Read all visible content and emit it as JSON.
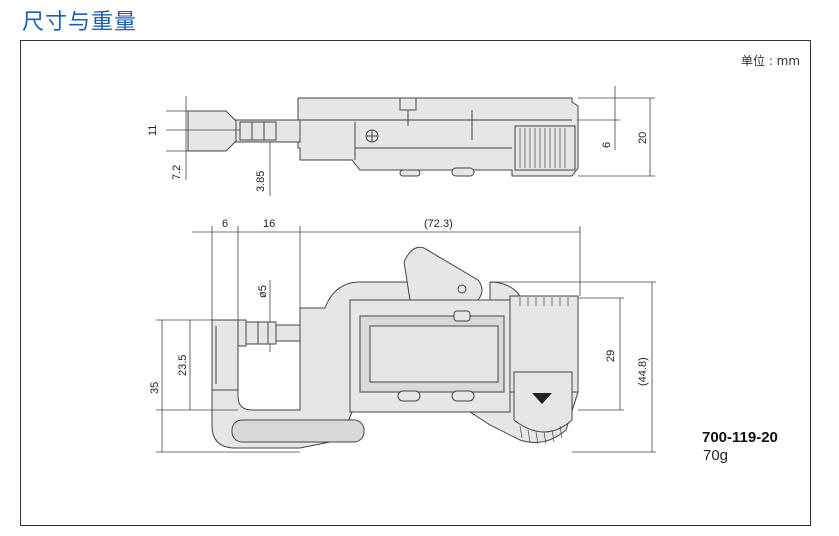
{
  "page_title": "尺寸与重量",
  "unit_label": "单位 : mm",
  "product": {
    "model": "700-119-20",
    "weight": "70g"
  },
  "dimensions": {
    "top_view": {
      "d11": "11",
      "d7_2": "7.2",
      "d3_85": "3.85",
      "d6": "6",
      "d20": "20"
    },
    "front_view": {
      "d6": "6",
      "d16": "16",
      "d72_3": "(72.3)",
      "d5": "ø5",
      "d23_5": "23.5",
      "d35": "35",
      "d29": "29",
      "d44_8": "(44.8)"
    }
  }
}
